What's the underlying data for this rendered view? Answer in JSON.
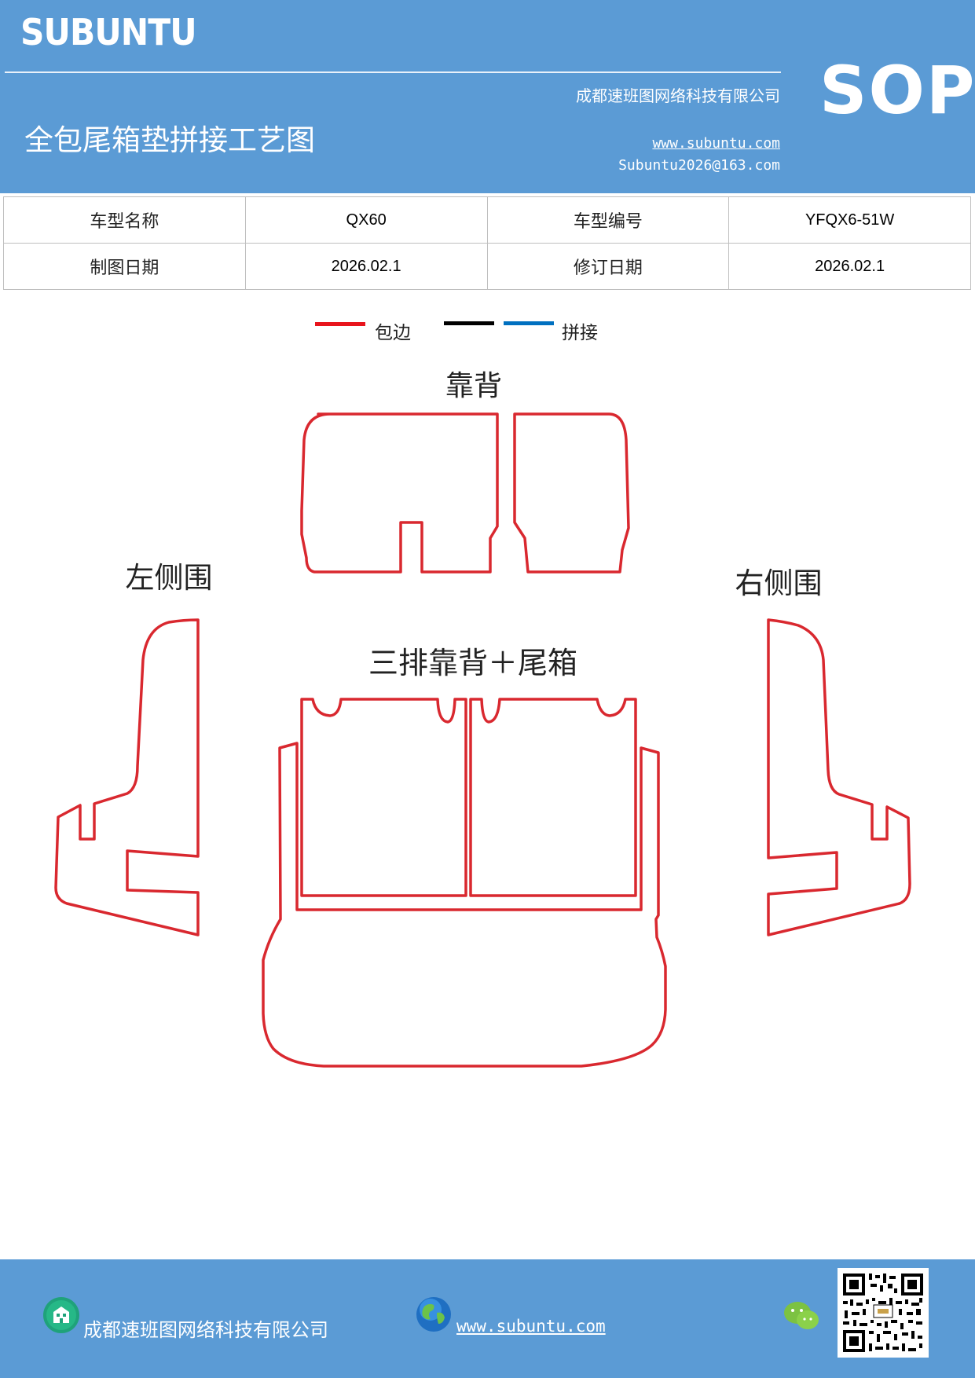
{
  "header": {
    "brand": "SUBUNTU",
    "company": "成都速班图网络科技有限公司",
    "doc_title": "全包尾箱垫拼接工艺图",
    "website": "www.subuntu.com",
    "email": "Subuntu2026@163.com",
    "badge": "SOP"
  },
  "info_table": {
    "row1": {
      "label1": "车型名称",
      "value1": "QX60",
      "label2": "车型编号",
      "value2": "YFQX6-51W"
    },
    "row2": {
      "label1": "制图日期",
      "value1": "2026.02.1",
      "label2": "修订日期",
      "value2": "2026.02.1"
    }
  },
  "legend": {
    "items": [
      {
        "label": "包边",
        "color": "#e8141c"
      },
      {
        "label": "",
        "color": "#000000"
      },
      {
        "label": "拼接",
        "color": "#0070c0"
      }
    ]
  },
  "diagram": {
    "labels": {
      "backrest": "靠背",
      "left_side": "左侧围",
      "right_side": "右侧围",
      "third_row_trunk": "三排靠背＋尾箱"
    },
    "outline_color": "#d9282f"
  },
  "footer": {
    "company": "成都速班图网络科技有限公司",
    "website": "www.subuntu.com "
  }
}
